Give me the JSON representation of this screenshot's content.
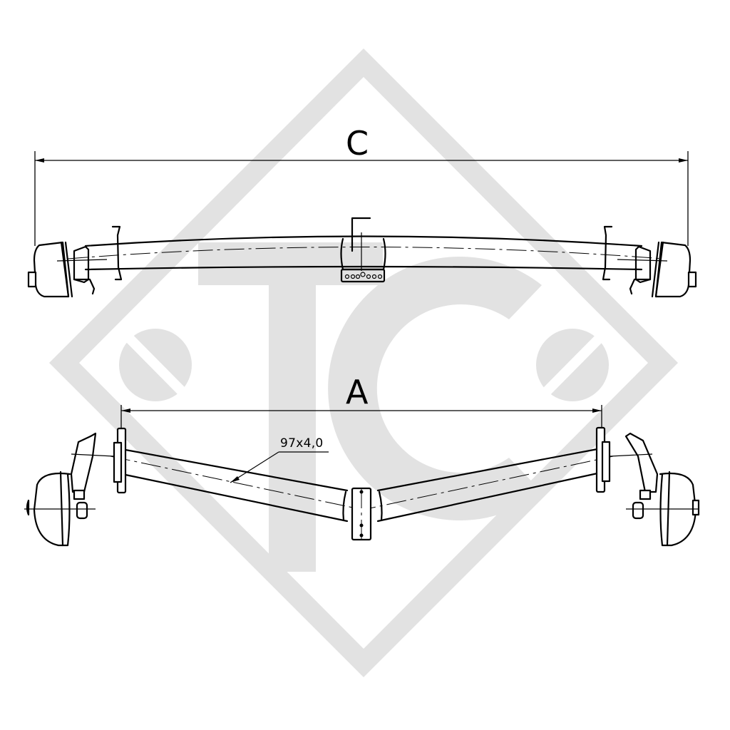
{
  "drawing": {
    "subject": "trailer axle technical drawing (top and front views)",
    "watermark": {
      "text": "TC",
      "shape": "diamond",
      "color": "#e2e2e2"
    },
    "dimensions": {
      "c_label": "C",
      "a_label": "A"
    },
    "annotations": {
      "tube_profile": "97x4,0"
    },
    "colors": {
      "line": "#000000",
      "background": "#ffffff",
      "watermark": "#e2e2e2"
    }
  }
}
